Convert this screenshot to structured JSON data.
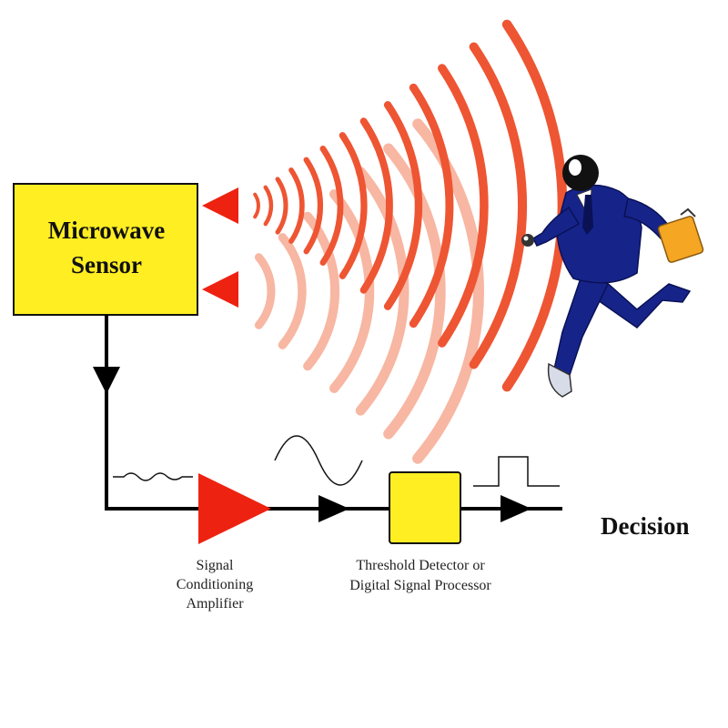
{
  "sensor": {
    "line1": "Microwave",
    "line2": "Sensor"
  },
  "amplifier": {
    "line1": "Signal",
    "line2": "Conditioning",
    "line3": "Amplifier"
  },
  "processor": {
    "line1": "Threshold Detector or",
    "line2": "Digital Signal Processor"
  },
  "output": {
    "label": "Decision"
  },
  "colors": {
    "block_fill": "#ffee22",
    "amplifier_fill": "#ee2211",
    "emitted_wave": "#ee5533",
    "reflected_wave": "#f7b7a3",
    "suit": "#16248a",
    "briefcase": "#f5a623",
    "line": "#000000"
  },
  "icons": [
    "sensor-block",
    "transmit-arrow-icon",
    "receive-arrow-icon",
    "running-businessman-figure",
    "briefcase-icon",
    "amplifier-triangle",
    "sine-wave-icon",
    "pulse-wave-icon",
    "flow-arrow-icon"
  ]
}
